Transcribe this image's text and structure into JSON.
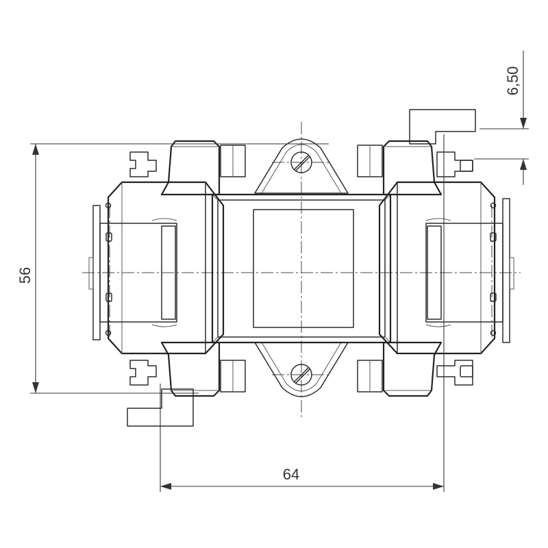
{
  "drawing": {
    "dimensions": {
      "height_value": "56",
      "width_value": "64",
      "offset_value": "6,50"
    }
  }
}
